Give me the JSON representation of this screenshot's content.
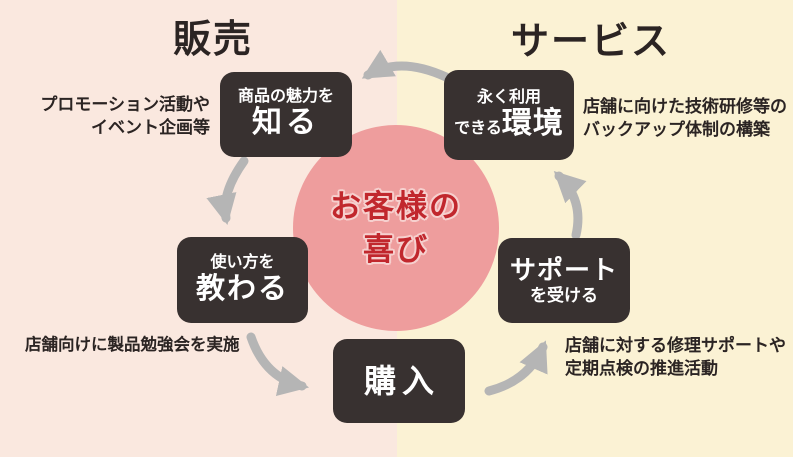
{
  "headings": {
    "left": "販売",
    "right": "サービス"
  },
  "center": {
    "line1": "お客様の",
    "line2": "喜び"
  },
  "nodes": {
    "know": {
      "small": "商品の魅力を",
      "large": "知る"
    },
    "environment": {
      "small": "永く利用",
      "small2": "できる",
      "large": "環境"
    },
    "learn": {
      "small": "使い方を",
      "large": "教わる"
    },
    "support": {
      "large": "サポート",
      "small": "を受ける"
    },
    "purchase": {
      "large": "購入"
    }
  },
  "annotations": {
    "promotion": {
      "line1": "プロモーション活動や",
      "line2": "イベント企画等"
    },
    "training": {
      "line1": "店舗に向けた技術研修等の",
      "line2": "バックアップ体制の構築"
    },
    "study": {
      "line1": "店舗向けに製品勉強会を実施"
    },
    "repair": {
      "line1": "店舗に対する修理サポートや",
      "line2": "定期点検の推進活動"
    }
  },
  "colors": {
    "bg_left": "#fae8df",
    "bg_right": "#fbf2d4",
    "circle": "#ee9d9d",
    "circle_text": "#c1272d",
    "circle_text_outline": "#f6d0ce",
    "node_bg": "#383130",
    "node_text": "#ffffff",
    "arrow": "#b5b5b5",
    "heading_text": "#2b2423"
  }
}
